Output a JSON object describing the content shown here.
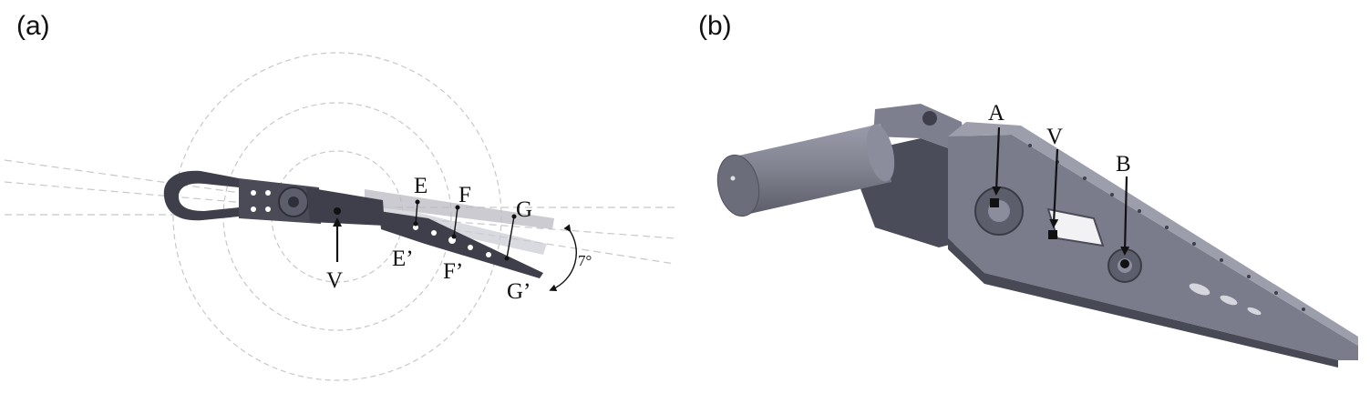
{
  "panels": [
    {
      "id": "a",
      "label": "(a)"
    },
    {
      "id": "b",
      "label": "(b)"
    }
  ],
  "panel_a": {
    "point_labels": [
      "E",
      "F",
      "G",
      "E’",
      "F’",
      "G’",
      "V"
    ],
    "angle_label": "7°"
  },
  "panel_b": {
    "point_labels": [
      "A",
      "V",
      "B"
    ]
  },
  "colors": {
    "metal_dark": "#3e3f4a",
    "metal_mid": "#5c5e6c",
    "metal_light": "#8b8d9c",
    "ghost": "#b9bac2",
    "guide_lines": "#c8c8cc",
    "ink": "#111111"
  }
}
